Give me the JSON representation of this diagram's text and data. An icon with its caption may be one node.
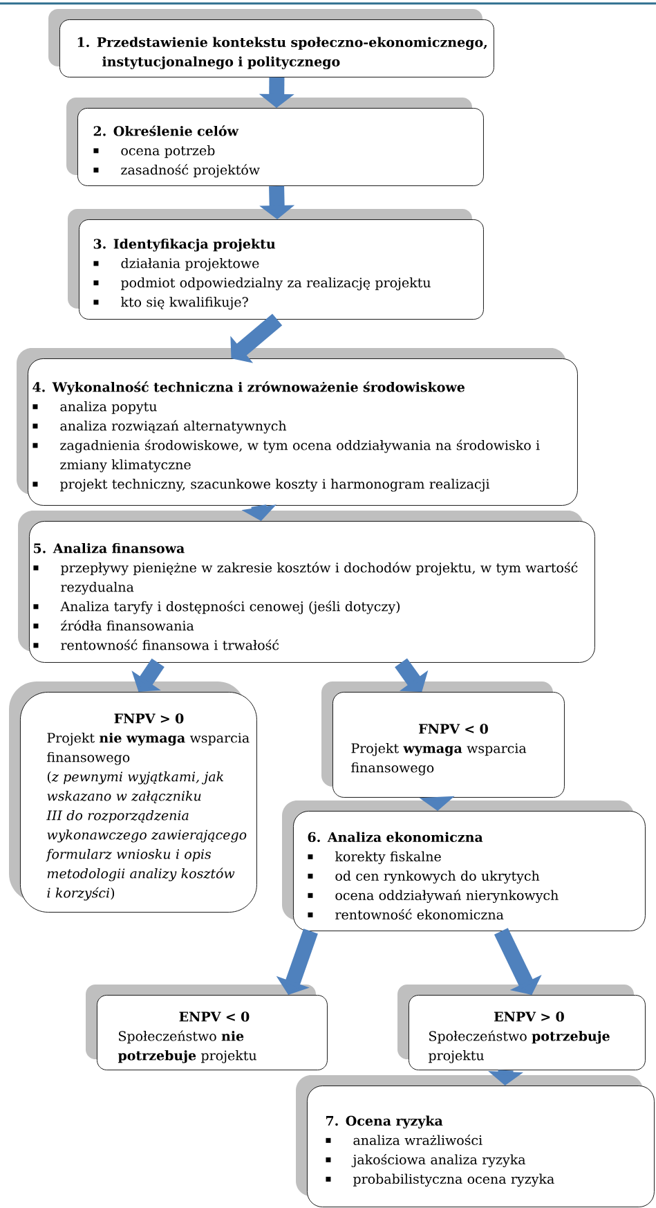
{
  "diagram": {
    "nodes": [
      {
        "text": [
          "1. Przedstawienie kontekstu społeczno-ekonomicznego, instytucjonalnego i politycznego"
        ]
      },
      {
        "text": [
          "2. Określenie celów",
          "ocena potrzeb",
          "zasadność projektów"
        ]
      },
      {
        "text": [
          "3. Identyfikacja projektu",
          "działania projektowe",
          "podmiot odpowiedzialny za realizację projektu",
          "kto się kwalifikuje?"
        ]
      },
      {
        "text": [
          "4. Wykonalność techniczna i zrównoważenie środowiskowe",
          "analiza popytu",
          "analiza rozwiązań alternatywnych",
          "zagadnienia środowiskowe, w tym ocena oddziaływania na środowisko i zmiany klimatyczne",
          "projekt techniczny, szacunkowe koszty i harmonogram realizacji"
        ]
      },
      {
        "text": [
          "5. Analiza finansowa",
          "przepływy pieniężne w zakresie kosztów i dochodów projektu, w tym wartość rezydualna",
          "Analiza taryfy i dostępności cenowej (jeśli dotyczy)",
          "źródła finansowania",
          "rentowność finansowa i trwałość"
        ]
      },
      {
        "text": [
          "FNPV > 0",
          "Projekt **nie wymaga** wsparcia finansowego",
          "(*z pewnymi wyjątkami, jak wskazano w załączniku III do rozporządzenia wykonawczego zawierającego formularz wniosku i opis metodologii analizy kosztów i korzyści*)"
        ]
      },
      {
        "text": [
          "FNPV < 0",
          "Projekt **wymaga** wsparcia finansowego"
        ]
      },
      {
        "text": [
          "6. Analiza ekonomiczna",
          "korekty fiskalne",
          "od cen rynkowych do ukrytych",
          "ocena oddziaływań nierynkowych",
          "rentowność ekonomiczna"
        ]
      },
      {
        "text": [
          "ENPV < 0",
          "Społeczeństwo **nie potrzebuje** projektu"
        ]
      },
      {
        "text": [
          "ENPV > 0",
          "Społeczeństwo **potrzebuje** projektu"
        ]
      },
      {
        "text": [
          "7. Ocena ryzyka",
          "analiza wrażliwości",
          "jakościowa analiza ryzyka",
          "probabilistyczna ocena ryzyka"
        ]
      }
    ],
    "edges": [
      {
        "from": 0,
        "to": 1,
        "arrow": "to"
      },
      {
        "from": 1,
        "to": 2,
        "arrow": "to"
      },
      {
        "from": 2,
        "to": 3,
        "arrow": "to"
      },
      {
        "from": 3,
        "to": 4,
        "arrow": "to"
      },
      {
        "from": 4,
        "to": 5,
        "arrow": "to"
      },
      {
        "from": 4,
        "to": 6,
        "arrow": "to"
      },
      {
        "from": 6,
        "to": 7,
        "arrow": "to"
      },
      {
        "from": 7,
        "to": 8,
        "arrow": "to"
      },
      {
        "from": 7,
        "to": 9,
        "arrow": "to"
      },
      {
        "from": 9,
        "to": 10,
        "arrow": "to"
      }
    ]
  }
}
